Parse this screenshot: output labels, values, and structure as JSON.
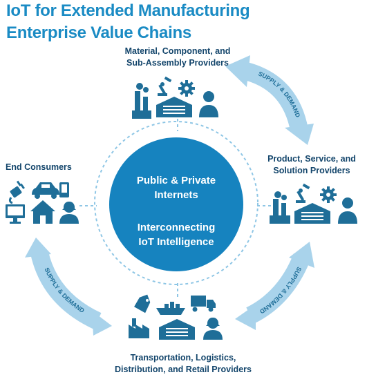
{
  "title": {
    "line1": "IoT for Extended Manufacturing",
    "line2": "Enterprise Value Chains"
  },
  "hub": {
    "line1": "Public & Private",
    "line2": "Internets",
    "line3": "Interconnecting",
    "line4": "IoT Intelligence"
  },
  "nodes": {
    "top": {
      "line1": "Material, Component, and",
      "line2": "Sub-Assembly Providers"
    },
    "right": {
      "line1": "Product, Service, and",
      "line2": "Solution Providers"
    },
    "left": {
      "line1": "End Consumers"
    },
    "bottom": {
      "line1": "Transportation, Logistics,",
      "line2": "Distribution, and Retail Providers"
    }
  },
  "arrows": {
    "top_right": "SUPPLY & DEMAND",
    "bottom_right": "SUPPLY & DEMAND",
    "bottom_left": "SUPPLY & DEMAND"
  },
  "colors": {
    "hub": "#1683bf",
    "icon": "#1f6e98",
    "arrow": "#a9d3eb",
    "arrow_text": "#1f6e98",
    "dashed": "#8ec6e5",
    "title": "#1a8bc4"
  },
  "icons": [
    "factory-icon",
    "robot-arm-icon",
    "gear-icon",
    "warehouse-icon",
    "person-icon",
    "plug-icon",
    "car-icon",
    "phone-icon",
    "monitor-icon",
    "house-icon",
    "woman-icon",
    "tag-icon",
    "ship-icon",
    "truck-icon"
  ]
}
